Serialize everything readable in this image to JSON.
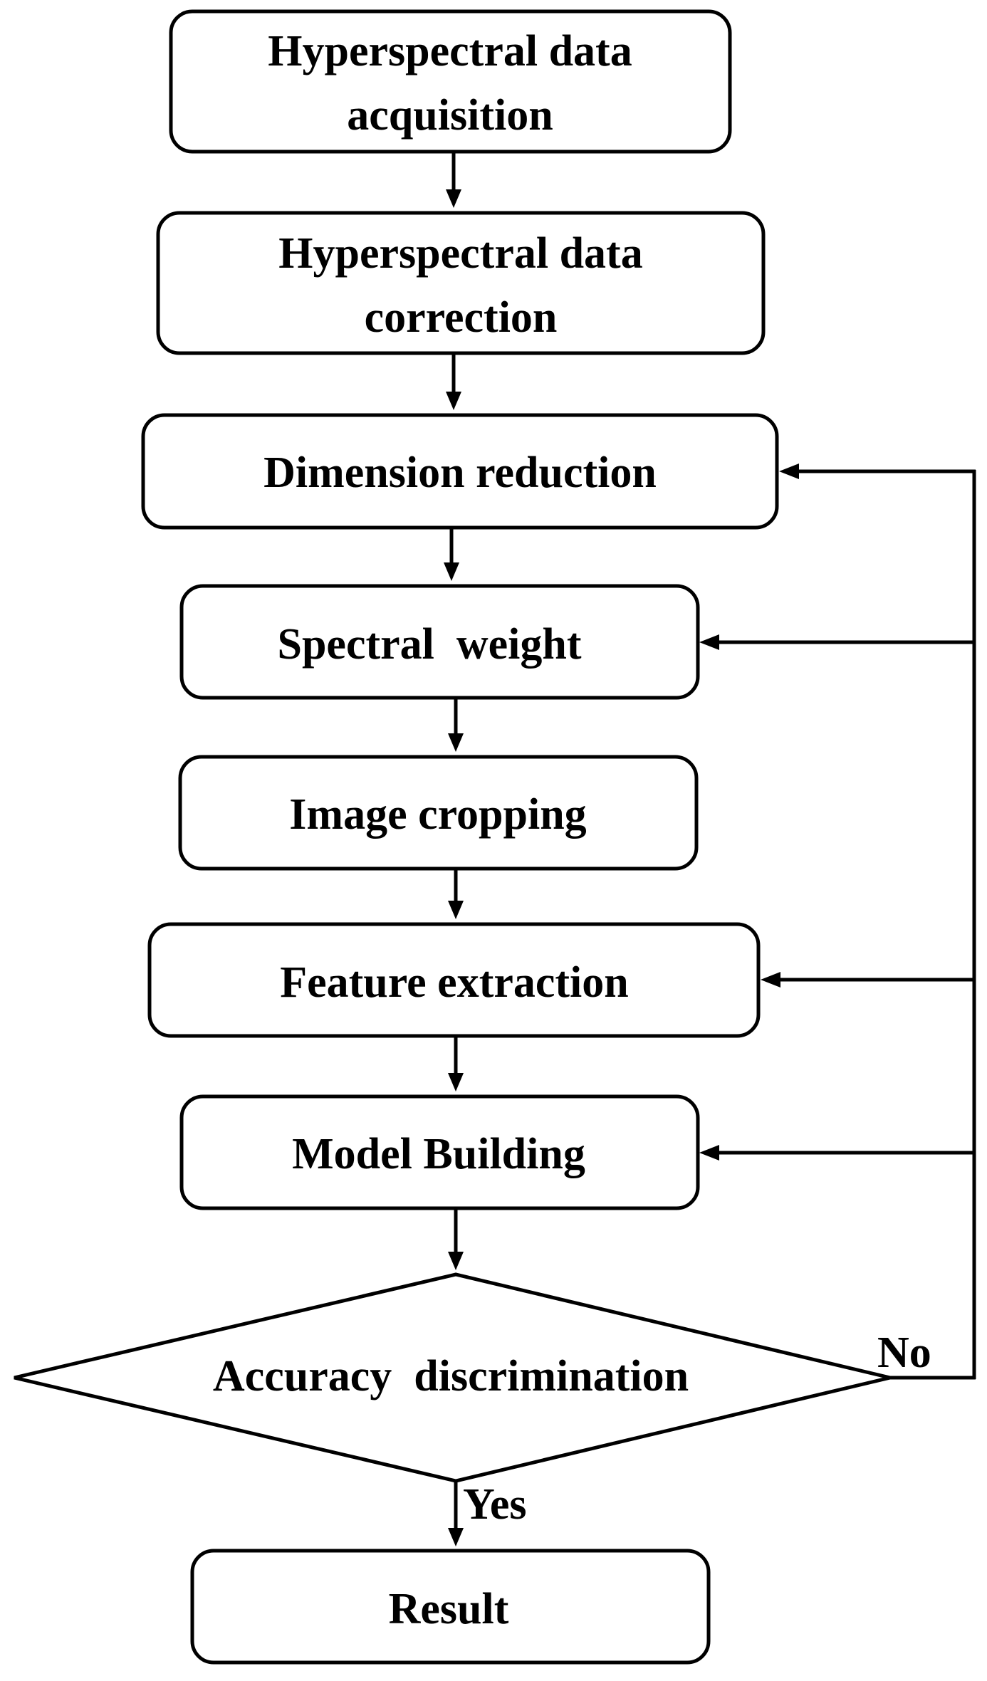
{
  "diagram": {
    "steps": [
      {
        "id": "acquisition",
        "lines": [
          "Hyperspectral data",
          "acquisition"
        ]
      },
      {
        "id": "correction",
        "lines": [
          "Hyperspectral data",
          "correction"
        ]
      },
      {
        "id": "dimension-reduction",
        "lines": [
          "Dimension reduction"
        ]
      },
      {
        "id": "spectral-weight",
        "lines": [
          "Spectral  weight"
        ]
      },
      {
        "id": "image-cropping",
        "lines": [
          "Image cropping"
        ]
      },
      {
        "id": "feature-extraction",
        "lines": [
          "Feature extraction"
        ]
      },
      {
        "id": "model-building",
        "lines": [
          "Model Building"
        ]
      }
    ],
    "decision": {
      "label": "Accuracy  discrimination"
    },
    "result": {
      "label": "Result"
    },
    "edge_labels": {
      "yes": "Yes",
      "no": "No"
    }
  }
}
